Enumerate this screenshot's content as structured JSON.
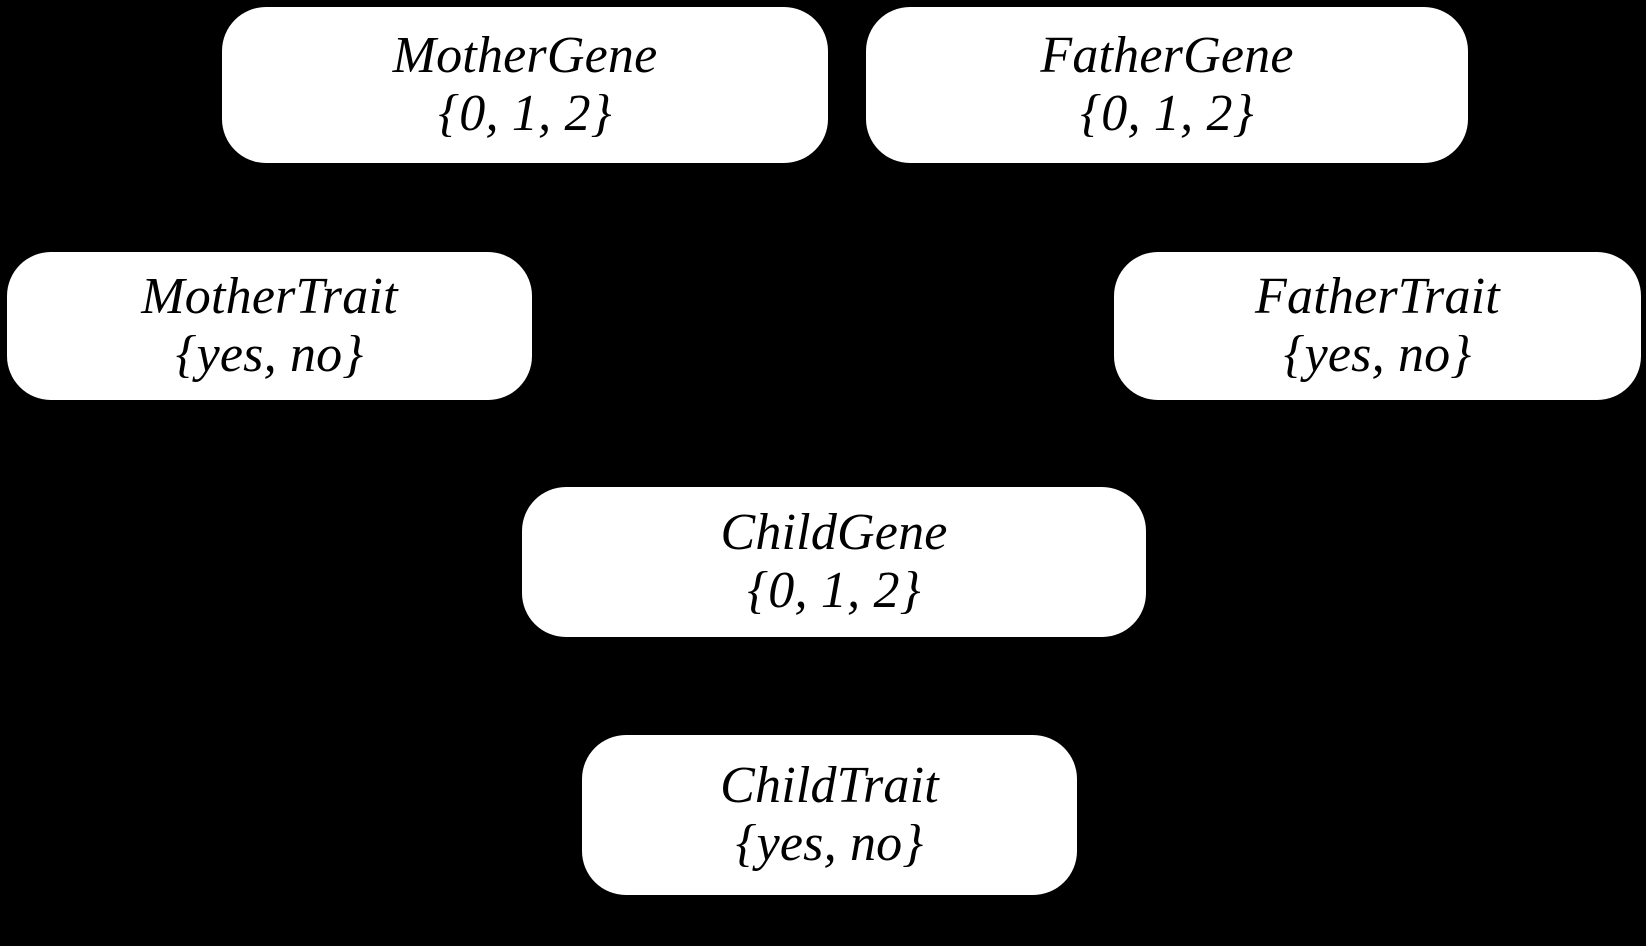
{
  "diagram": {
    "type": "bayesian-network",
    "background_color": "#000000",
    "node_color": "#ffffff",
    "text_color": "#000000",
    "nodes": [
      {
        "id": "mother-gene",
        "title": "MotherGene",
        "domain": "{0, 1, 2}",
        "domain_values": [
          "0",
          "1",
          "2"
        ]
      },
      {
        "id": "father-gene",
        "title": "FatherGene",
        "domain": "{0, 1, 2}",
        "domain_values": [
          "0",
          "1",
          "2"
        ]
      },
      {
        "id": "mother-trait",
        "title": "MotherTrait",
        "domain": "{yes, no}",
        "domain_values": [
          "yes",
          "no"
        ]
      },
      {
        "id": "father-trait",
        "title": "FatherTrait",
        "domain": "{yes, no}",
        "domain_values": [
          "yes",
          "no"
        ]
      },
      {
        "id": "child-gene",
        "title": "ChildGene",
        "domain": "{0, 1, 2}",
        "domain_values": [
          "0",
          "1",
          "2"
        ]
      },
      {
        "id": "child-trait",
        "title": "ChildTrait",
        "domain": "{yes, no}",
        "domain_values": [
          "yes",
          "no"
        ]
      }
    ]
  }
}
